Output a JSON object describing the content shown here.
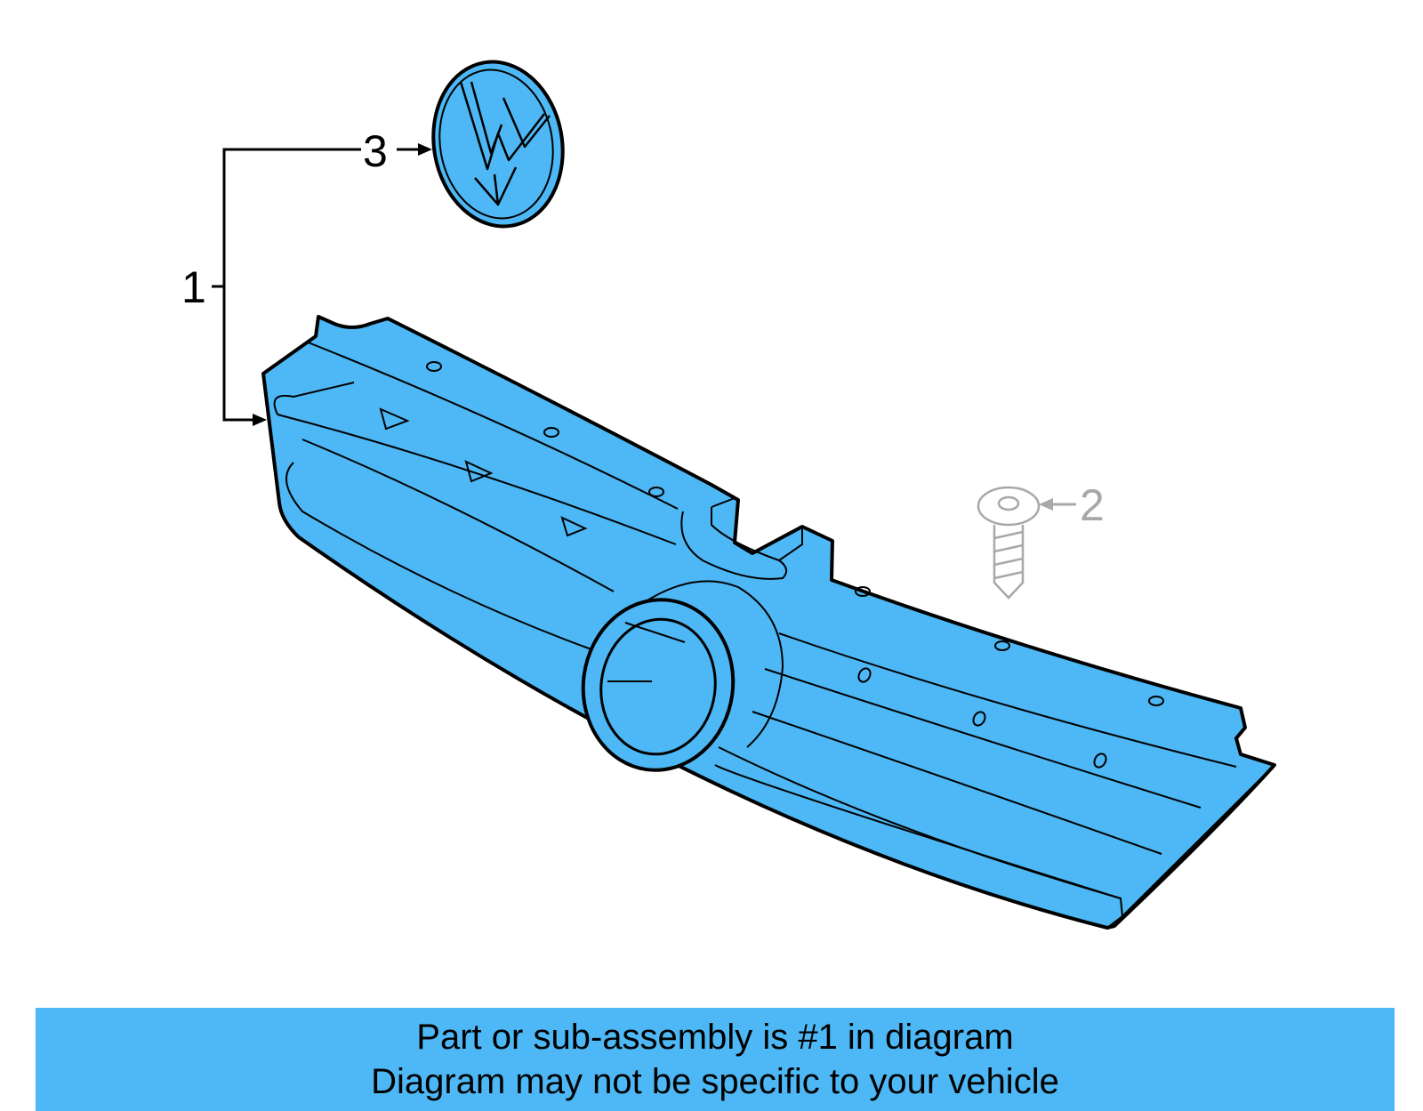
{
  "diagram": {
    "callouts": [
      {
        "number": "1",
        "part": "grille assembly"
      },
      {
        "number": "2",
        "part": "screw"
      },
      {
        "number": "3",
        "part": "emblem"
      }
    ]
  },
  "caption": {
    "line1": "Part or sub-assembly is #1 in diagram",
    "line2": "Diagram may not be specific to your vehicle"
  },
  "colors": {
    "part_fill": "#4db8f5",
    "banner": "#4db8f5",
    "outline": "#000000",
    "muted": "#a8a8a8"
  }
}
